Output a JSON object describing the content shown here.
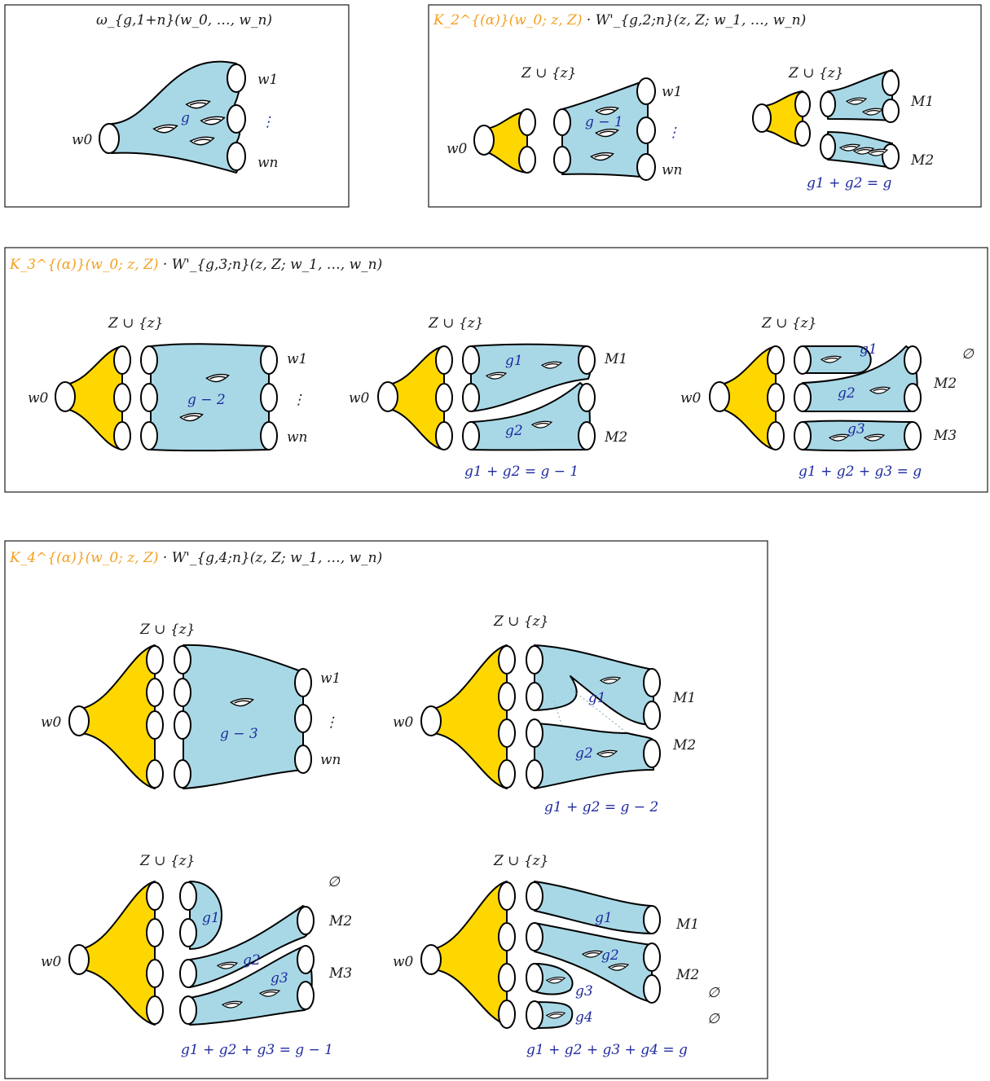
{
  "colors": {
    "surface": "#a8d8e6",
    "kernel": "#ffd700",
    "genus_text": "#1f2b9e",
    "kernel_label": "#f4a020"
  },
  "panel1": {
    "title": "ω_{g,1+n}(w_0, …, w_n)",
    "w0": "w0",
    "w1": "w1",
    "vdots": "⋮",
    "wn": "wn",
    "genus": "g"
  },
  "panel2": {
    "kernel": "K_2^{(α)}(w_0; z, Z)",
    "rest": " · W'_{g,2;n}(z, Z; w_1, …, w_n)",
    "zlabel_a": "Z ∪ {z}",
    "zlabel_b": "Z ∪ {z}",
    "w0": "w0",
    "genus_a": "g − 1",
    "w1": "w1",
    "vdots": "⋮",
    "wn": "wn",
    "M1": "M1",
    "M2": "M2",
    "eq": "g1 + g2 = g"
  },
  "panel3": {
    "kernel": "K_3^{(α)}(w_0; z, Z)",
    "rest": " · W'_{g,3;n}(z, Z; w_1, …, w_n)",
    "zlabel_a": "Z ∪ {z}",
    "zlabel_b": "Z ∪ {z}",
    "zlabel_c": "Z ∪ {z}",
    "w0_a": "w0",
    "w0_b": "w0",
    "w0_c": "w0",
    "genus_a": "g − 2",
    "w1": "w1",
    "vdots": "⋮",
    "wn": "wn",
    "g1_b": "g1",
    "g2_b": "g2",
    "M1_b": "M1",
    "M2_b": "M2",
    "eq_b": "g1 + g2 = g − 1",
    "g1_c": "g1",
    "g2_c": "g2",
    "g3_c": "g3",
    "empty_c": "∅",
    "M2_c": "M2",
    "M3_c": "M3",
    "eq_c": "g1 + g2 + g3 = g"
  },
  "panel4": {
    "kernel": "K_4^{(α)}(w_0; z, Z)",
    "rest": " · W'_{g,4;n}(z, Z; w_1, …, w_n)",
    "zlabel_a": "Z ∪ {z}",
    "zlabel_b": "Z ∪ {z}",
    "zlabel_c": "Z ∪ {z}",
    "zlabel_d": "Z ∪ {z}",
    "w0_a": "w0",
    "w0_b": "w0",
    "w0_c": "w0",
    "w0_d": "w0",
    "genus_a": "g − 3",
    "w1": "w1",
    "vdots": "⋮",
    "wn": "wn",
    "g1_b": "g1",
    "g2_b": "g2",
    "M1_b": "M1",
    "M2_b": "M2",
    "eq_b": "g1 + g2 = g − 2",
    "g1_c": "g1",
    "g2_c": "g2",
    "g3_c": "g3",
    "empty_c": "∅",
    "M2_c": "M2",
    "M3_c": "M3",
    "eq_c": "g1 + g2 + g3 = g − 1",
    "g1_d": "g1",
    "g2_d": "g2",
    "g3_d": "g3",
    "g4_d": "g4",
    "M1_d": "M1",
    "M2_d": "M2",
    "empty_d1": "∅",
    "empty_d2": "∅",
    "eq_d": "g1 + g2 + g3 + g4 = g"
  }
}
